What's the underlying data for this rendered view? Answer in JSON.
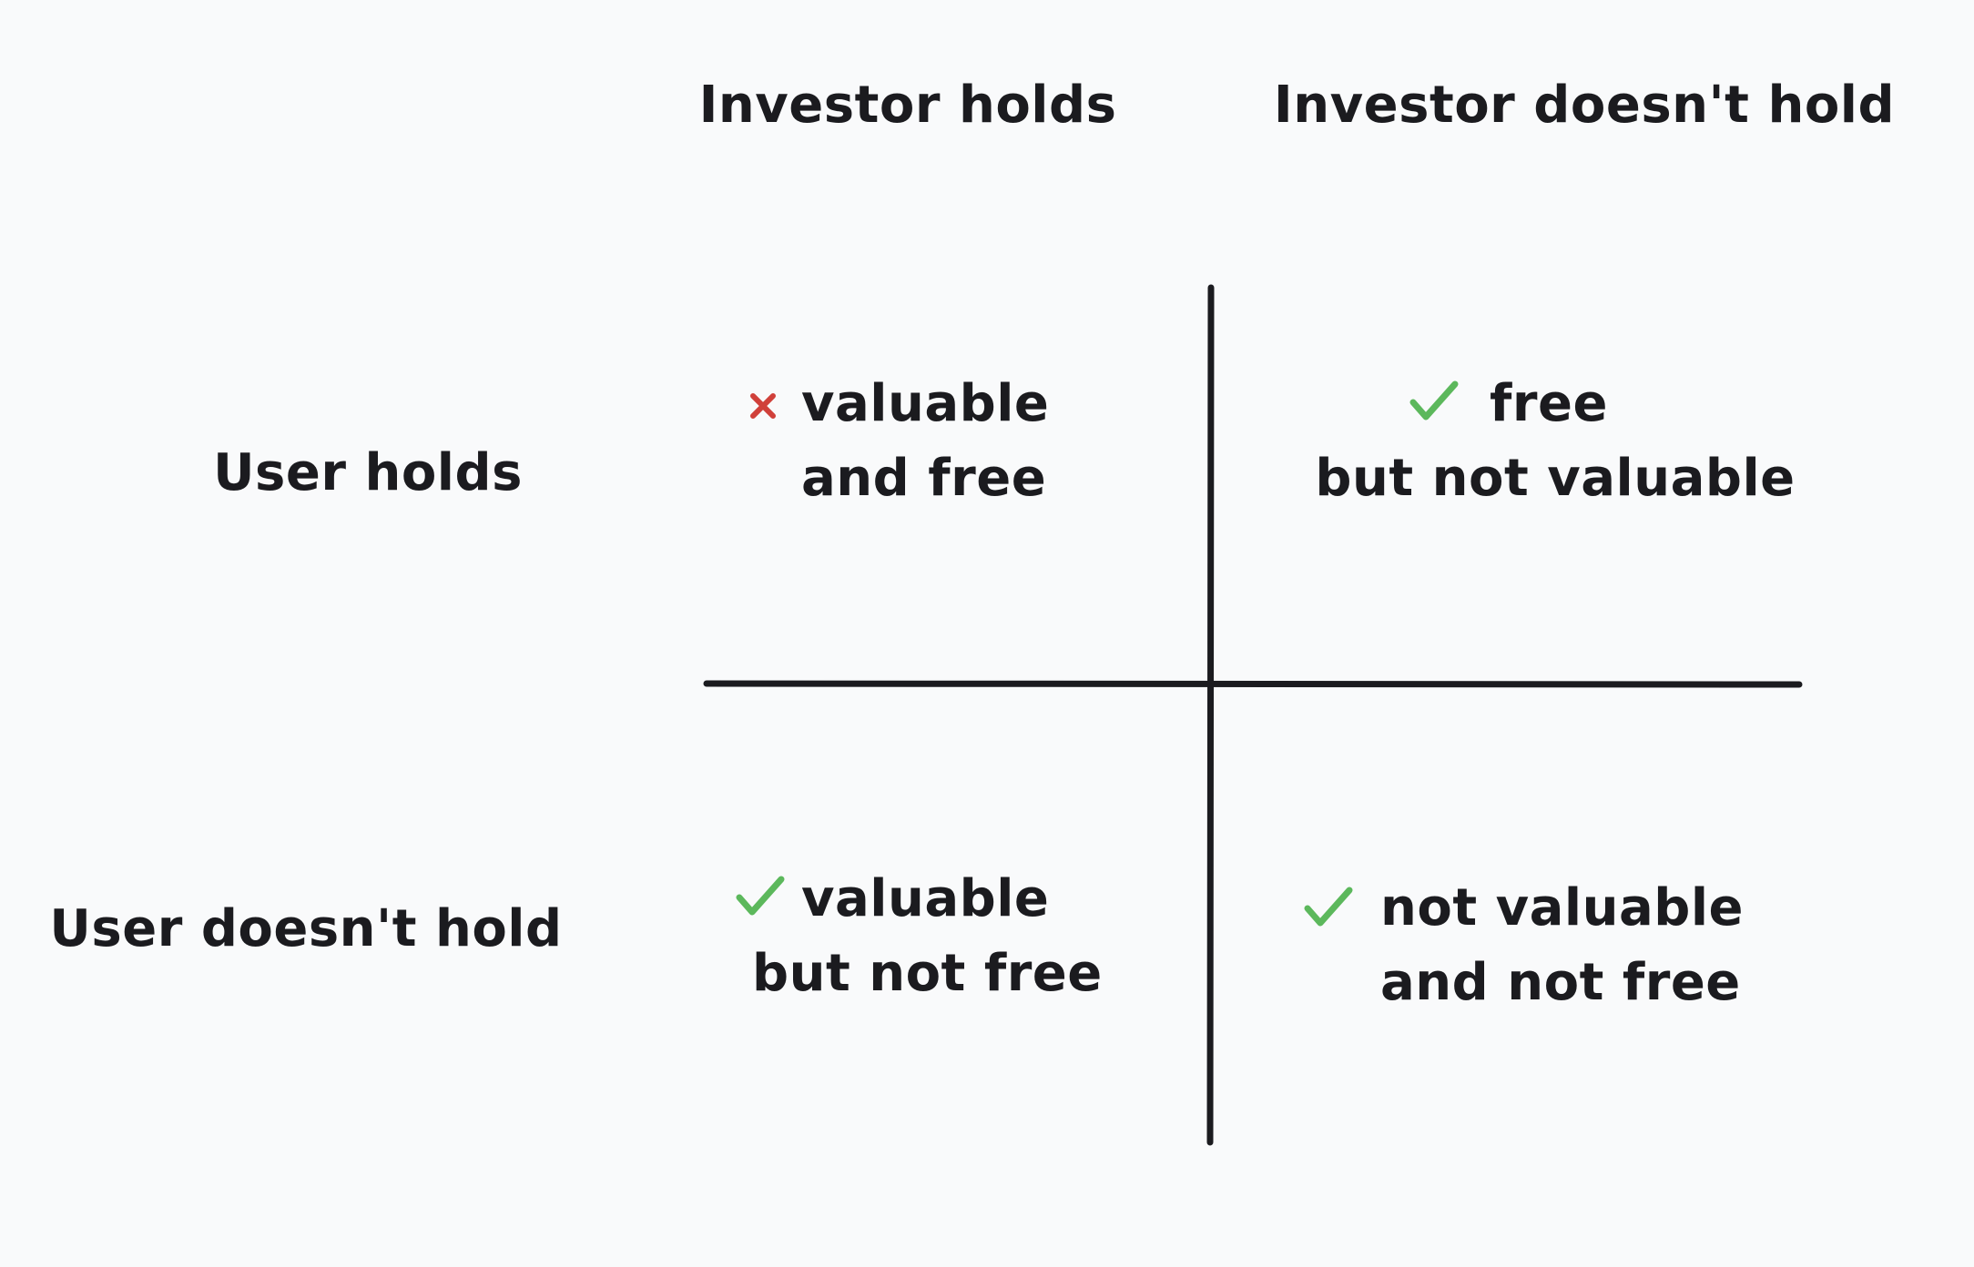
{
  "columns": {
    "investor_holds": "Investor holds",
    "investor_doesnt_hold": "Investor doesn't hold"
  },
  "rows": {
    "user_holds": "User holds",
    "user_doesnt_hold": "User doesn't hold"
  },
  "cells": {
    "top_left": {
      "mark": "cross-icon",
      "mark_color": "#d0403a",
      "line1": "valuable",
      "line2": "and free"
    },
    "top_right": {
      "mark": "check-icon",
      "mark_color": "#5cb85c",
      "line1": "free",
      "line2": "but not valuable"
    },
    "bottom_left": {
      "mark": "check-icon",
      "mark_color": "#5cb85c",
      "line1": "valuable",
      "line2": "but not free"
    },
    "bottom_right": {
      "mark": "check-icon",
      "mark_color": "#5cb85c",
      "line1": "not valuable",
      "line2": "and not free"
    }
  },
  "colors": {
    "background": "#f9fafb",
    "text": "#1b1b1f",
    "axis": "#1b1b1f"
  }
}
